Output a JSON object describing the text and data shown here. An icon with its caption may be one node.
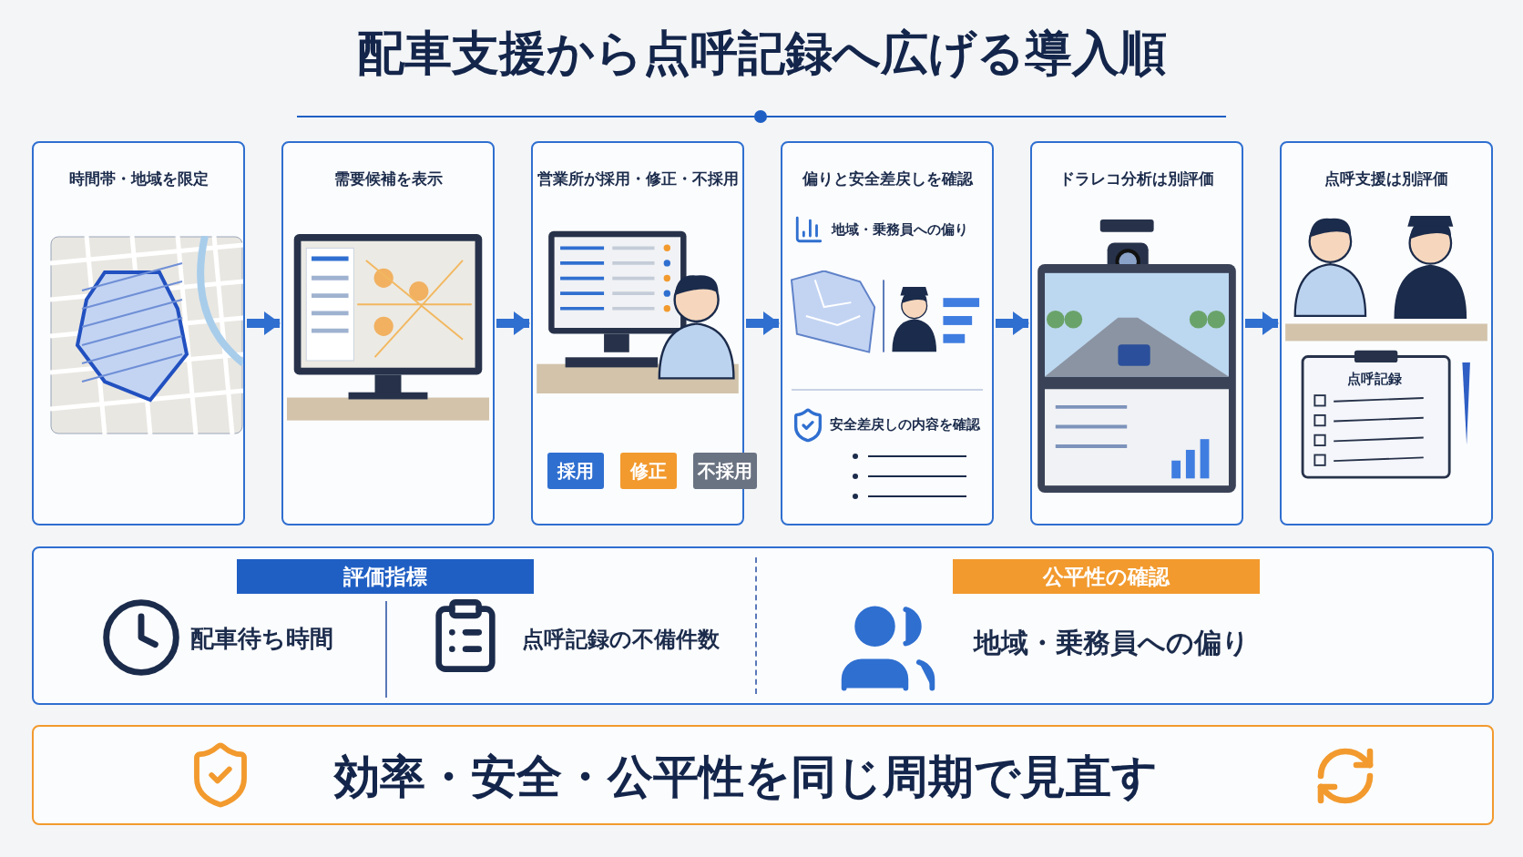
{
  "diagram": {
    "title": "配車支援から点呼記録へ広げる導入順",
    "nodes": [
      {
        "text": [
          "時間帯・地域を限定"
        ]
      },
      {
        "text": [
          "需要候補を表示"
        ]
      },
      {
        "text": [
          "営業所が採用・修正・不採用",
          "採用",
          "修正",
          "不採用"
        ]
      },
      {
        "text": [
          "偏りと安全差戻しを確認",
          "地域・乗務員への偏り",
          "安全差戻しの内容を確認"
        ]
      },
      {
        "text": [
          "ドラレコ分析は別評価"
        ]
      },
      {
        "text": [
          "点呼支援は別評価",
          "点呼記録"
        ]
      },
      {
        "text": [
          "評価指標",
          "配車待ち時間",
          "点呼記録の不備件数",
          "公平性の確認",
          "地域・乗務員への偏り"
        ]
      },
      {
        "text": [
          "効率・安全・公平性を同じ周期で見直す"
        ]
      }
    ],
    "edges": [
      {
        "from": 0,
        "to": 1,
        "arrow": "to"
      },
      {
        "from": 1,
        "to": 2,
        "arrow": "to"
      },
      {
        "from": 2,
        "to": 3,
        "arrow": "to"
      },
      {
        "from": 3,
        "to": 4,
        "arrow": "to"
      },
      {
        "from": 4,
        "to": 5,
        "arrow": "to"
      }
    ]
  }
}
